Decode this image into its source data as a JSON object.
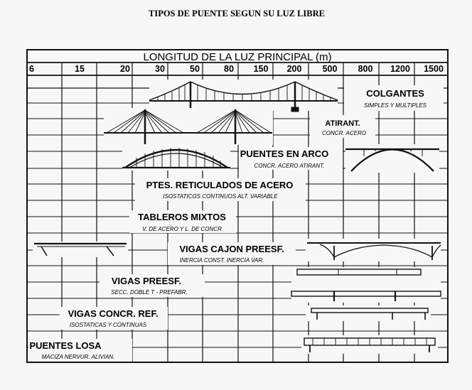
{
  "title": "TIPOS DE PUENTE SEGUN SU LUZ LIBRE",
  "header": "LONGITUD DE LA LUZ PRINCIPAL (m)",
  "scale_ticks": [
    "6",
    "15",
    "20",
    "30",
    "50",
    "80",
    "150",
    "200",
    "500",
    "800",
    "1200",
    "1500"
  ],
  "bridge_types": [
    {
      "name": "COLGANTES",
      "sub": "SIMPLES Y MULTIPLES"
    },
    {
      "name": "ATIRANT.",
      "sub": "CONCR.   ACERO"
    },
    {
      "name": "PUENTES EN ARCO",
      "sub": "CONCR.   ACERO   ATIRANT."
    },
    {
      "name": "PTES. RETICULADOS DE ACERO",
      "sub": "ISOSTATICOS     CONTINUOS  ALT. VARIABLE"
    },
    {
      "name": "TABLEROS MIXTOS",
      "sub": "V. DE ACERO Y L. DE CONCR"
    },
    {
      "name": "VIGAS CAJON PREESF.",
      "sub": "INERCIA CONST.          INERCIA VAR."
    },
    {
      "name": "VIGAS PREESF.",
      "sub": "SECC. DOBLE T - PREFABR."
    },
    {
      "name": "VIGAS CONCR. REF.",
      "sub": "ISOSTATICAS Y CONTINUAS"
    },
    {
      "name": "PUENTES LOSA",
      "sub": "MACIZA  NERVUR.  ALIVIAN."
    }
  ]
}
